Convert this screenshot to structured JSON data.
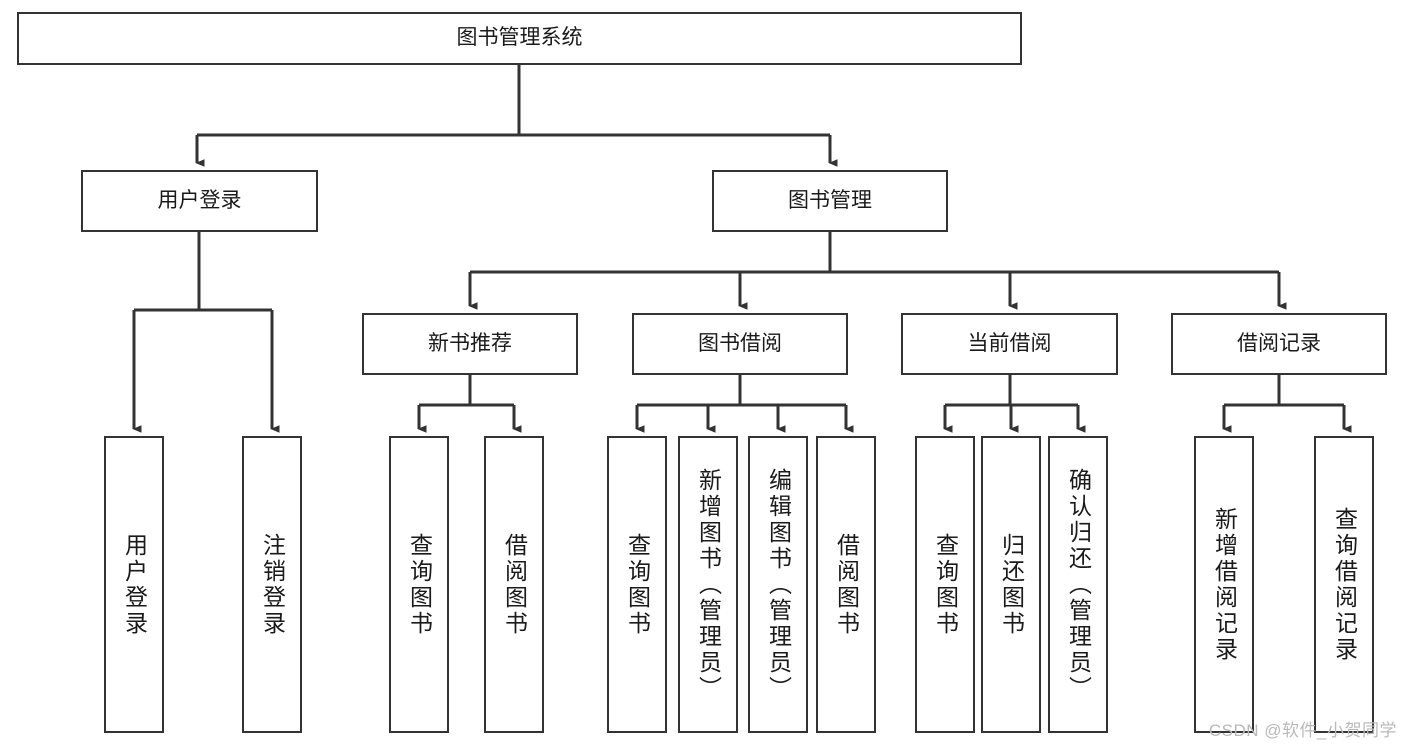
{
  "diagram": {
    "title": "图书管理系统",
    "type": "tree-hierarchy-chart",
    "root": {
      "label": "图书管理系统"
    },
    "level2": [
      {
        "label": "用户登录"
      },
      {
        "label": "图书管理"
      }
    ],
    "level3": [
      {
        "label": "新书推荐"
      },
      {
        "label": "图书借阅"
      },
      {
        "label": "当前借阅"
      },
      {
        "label": "借阅记录"
      }
    ],
    "leaves": [
      {
        "label": "用户登录",
        "parent": "用户登录"
      },
      {
        "label": "注销登录",
        "parent": "用户登录"
      },
      {
        "label": "查询图书",
        "parent": "新书推荐"
      },
      {
        "label": "借阅图书",
        "parent": "新书推荐"
      },
      {
        "label": "查询图书",
        "parent": "图书借阅"
      },
      {
        "label": "新增图书（管理员）",
        "parent": "图书借阅"
      },
      {
        "label": "编辑图书（管理员）",
        "parent": "图书借阅"
      },
      {
        "label": "借阅图书",
        "parent": "图书借阅"
      },
      {
        "label": "查询图书",
        "parent": "当前借阅"
      },
      {
        "label": "归还图书",
        "parent": "当前借阅"
      },
      {
        "label": "确认归还（管理员）",
        "parent": "当前借阅"
      },
      {
        "label": "新增借阅记录",
        "parent": "借阅记录"
      },
      {
        "label": "查询借阅记录",
        "parent": "借阅记录"
      }
    ],
    "colors": {
      "stroke": "#333333",
      "background": "#ffffff",
      "text": "#1a1a1a",
      "watermark": "#b9b9b9"
    }
  },
  "watermark": {
    "text": "CSDN @软件_小贺同学"
  }
}
